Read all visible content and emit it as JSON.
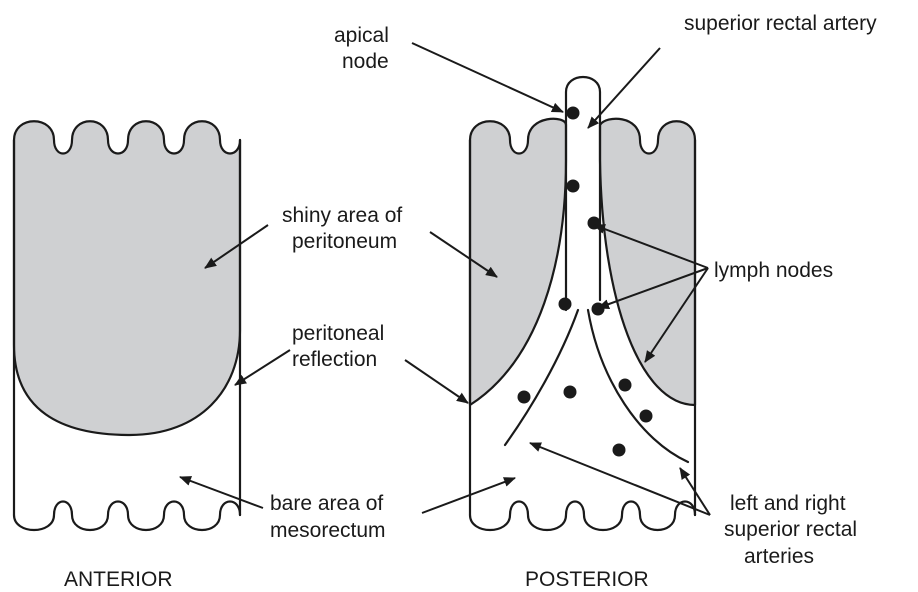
{
  "labels": {
    "apical_node_1": "apical",
    "apical_node_2": "node",
    "superior_rectal_artery": "superior rectal artery",
    "shiny_1": "shiny area of",
    "shiny_2": "peritoneum",
    "lymph_nodes": "lymph nodes",
    "reflection_1": "peritoneal",
    "reflection_2": "reflection",
    "bare_1": "bare area of",
    "bare_2": "mesorectum",
    "lr_1": "left and right",
    "lr_2": "superior rectal",
    "lr_3": "arteries"
  },
  "captions": {
    "anterior": "ANTERIOR",
    "posterior": "POSTERIOR"
  },
  "colors": {
    "shaded_area": "#cfd0d2",
    "outline": "#1a1a1a",
    "node": "#1a1a1a"
  }
}
